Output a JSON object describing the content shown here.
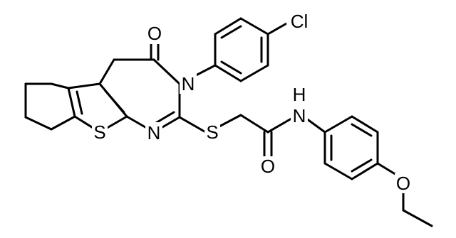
{
  "molecule": {
    "atoms": {
      "cl": "Cl",
      "o_ketone": "O",
      "n3": "N",
      "s_thiophene": "S",
      "n1": "N",
      "s_thioether": "S",
      "nh_n": "N",
      "nh_h": "H",
      "o_amide": "O",
      "o_ether": "O"
    }
  },
  "colors": {
    "bond": "#000000",
    "background": "#ffffff"
  }
}
